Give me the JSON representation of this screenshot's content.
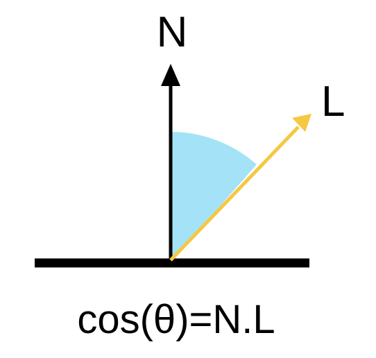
{
  "labels": {
    "normal": "N",
    "light": "L",
    "formula": "cos(θ)=N.L"
  },
  "colors": {
    "surface": "#000000",
    "normal_vector": "#000000",
    "light_vector": "#f5c842",
    "angle_fill": "#a4e3f7",
    "text": "#000000"
  }
}
